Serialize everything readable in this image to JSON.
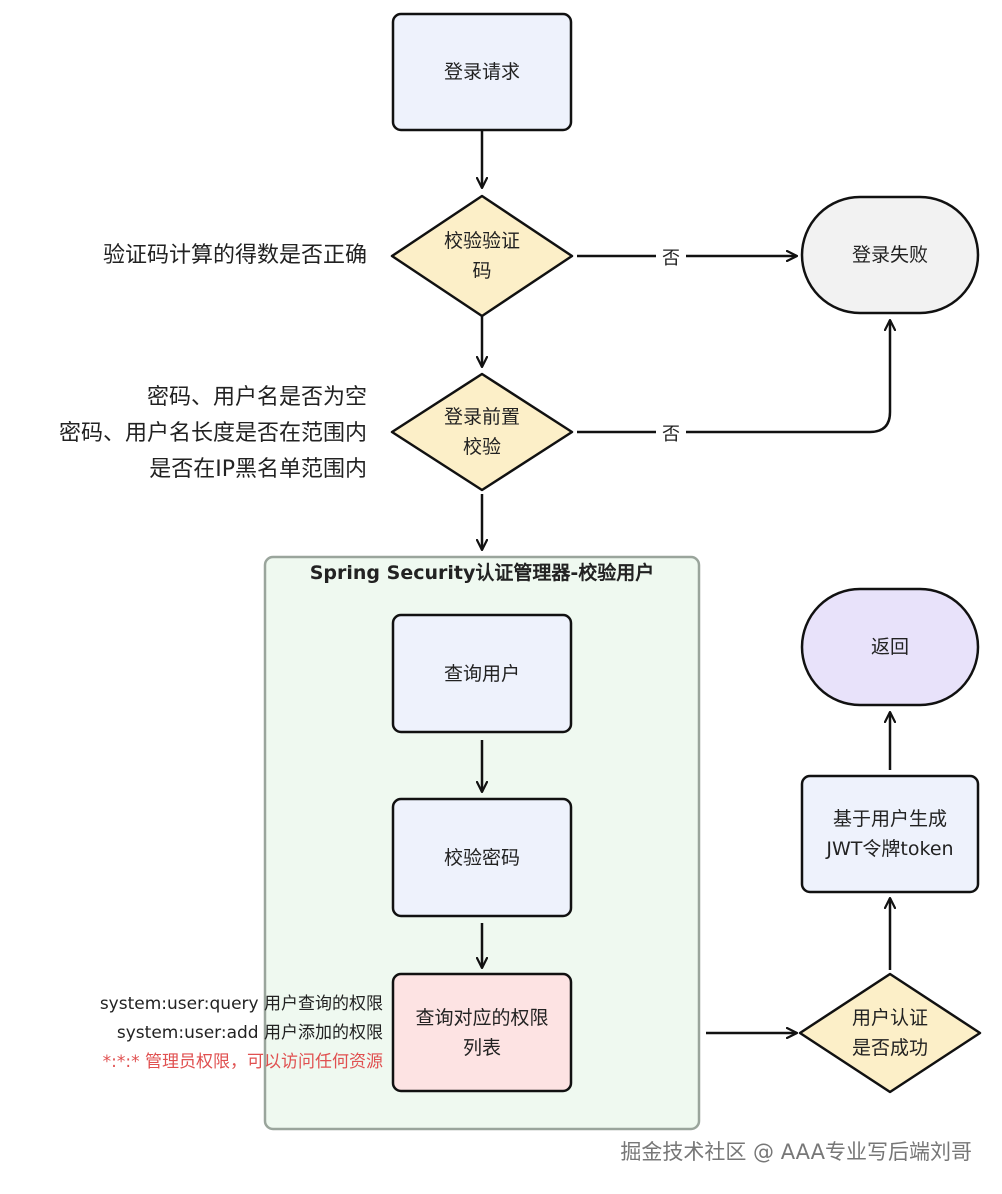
{
  "nodes": {
    "login_request": "登录请求",
    "verify_captcha": "校验验证\n码",
    "login_failed": "登录失败",
    "login_precheck": "登录前置\n校验",
    "query_user": "查询用户",
    "verify_password": "校验密码",
    "query_permissions": "查询对应的权限\n列表",
    "auth_success": "用户认证\n是否成功",
    "gen_token": "基于用户生成\nJWT令牌token",
    "return": "返回"
  },
  "edges": {
    "no_1": "否",
    "no_2": "否"
  },
  "group": {
    "title": "Spring Security认证管理器-校验用户"
  },
  "notes": {
    "captcha": "验证码计算的得数是否正确",
    "precheck": "密码、用户名是否为空\n密码、用户名长度是否在范围内\n是否在IP黑名单范围内",
    "perm_query": "system:user:query   用户查询的权限",
    "perm_add": "system:user:add   用户添加的权限",
    "perm_admin": "*:*:*    管理员权限，可以访问任何资源"
  },
  "colors": {
    "process_fill": "#eef2fc",
    "decision_fill": "#fcefc8",
    "terminal_fill": "#f2f2f2",
    "return_fill": "#e8e2fa",
    "perm_fill": "#fde3e3",
    "group_fill": "#eff9f0",
    "group_stroke": "#9aa59c",
    "admin_text": "#e05050"
  },
  "watermark": "掘金技术社区 @ AAA专业写后端刘哥"
}
